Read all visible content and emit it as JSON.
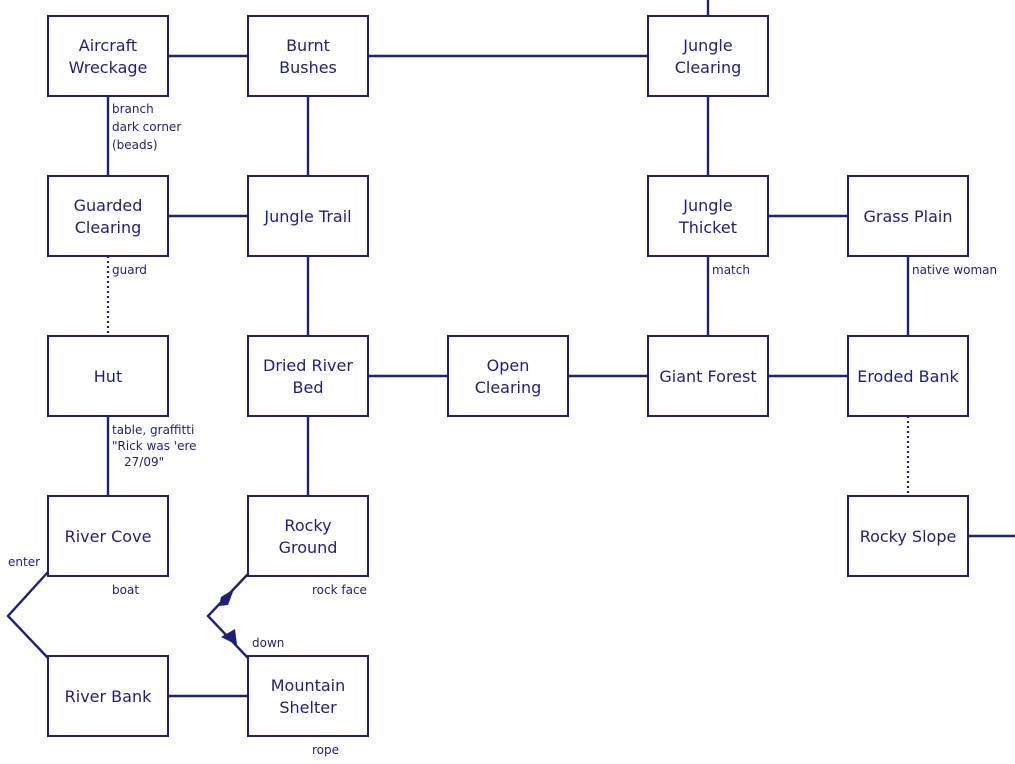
{
  "rooms": [
    {
      "id": "aircraft-wreckage",
      "lines": [
        "Aircraft",
        "Wreckage"
      ]
    },
    {
      "id": "burnt-bushes",
      "lines": [
        "Burnt",
        "Bushes"
      ]
    },
    {
      "id": "jungle-clearing",
      "lines": [
        "Jungle",
        "Clearing"
      ]
    },
    {
      "id": "guarded-clearing",
      "lines": [
        "Guarded",
        "Clearing"
      ]
    },
    {
      "id": "jungle-trail",
      "lines": [
        "Jungle Trail"
      ]
    },
    {
      "id": "jungle-thicket",
      "lines": [
        "Jungle",
        "Thicket"
      ]
    },
    {
      "id": "grass-plain",
      "lines": [
        "Grass Plain"
      ]
    },
    {
      "id": "hut",
      "lines": [
        "Hut"
      ]
    },
    {
      "id": "dried-river-bed",
      "lines": [
        "Dried River",
        "Bed"
      ]
    },
    {
      "id": "open-clearing",
      "lines": [
        "Open",
        "Clearing"
      ]
    },
    {
      "id": "giant-forest",
      "lines": [
        "Giant Forest"
      ]
    },
    {
      "id": "eroded-bank",
      "lines": [
        "Eroded Bank"
      ]
    },
    {
      "id": "river-cove",
      "lines": [
        "River Cove"
      ]
    },
    {
      "id": "rocky-ground",
      "lines": [
        "Rocky",
        "Ground"
      ]
    },
    {
      "id": "rocky-slope",
      "lines": [
        "Rocky Slope"
      ]
    },
    {
      "id": "river-bank",
      "lines": [
        "River Bank"
      ]
    },
    {
      "id": "mountain-shelter",
      "lines": [
        "Mountain",
        "Shelter"
      ]
    }
  ],
  "labels": [
    {
      "id": "aircraft-items",
      "lines": [
        "branch",
        "dark corner",
        "(beads)"
      ]
    },
    {
      "id": "guard",
      "lines": [
        "guard"
      ]
    },
    {
      "id": "hut-items",
      "lines": [
        "table, graffitti",
        "\"Rick was 'ere",
        "27/09\""
      ]
    },
    {
      "id": "match",
      "lines": [
        "match"
      ]
    },
    {
      "id": "native-woman",
      "lines": [
        "native woman"
      ]
    },
    {
      "id": "enter",
      "lines": [
        "enter"
      ]
    },
    {
      "id": "boat",
      "lines": [
        "boat"
      ]
    },
    {
      "id": "rock-face",
      "lines": [
        "rock face"
      ]
    },
    {
      "id": "down",
      "lines": [
        "down"
      ]
    },
    {
      "id": "rope",
      "lines": [
        "rope"
      ]
    }
  ]
}
